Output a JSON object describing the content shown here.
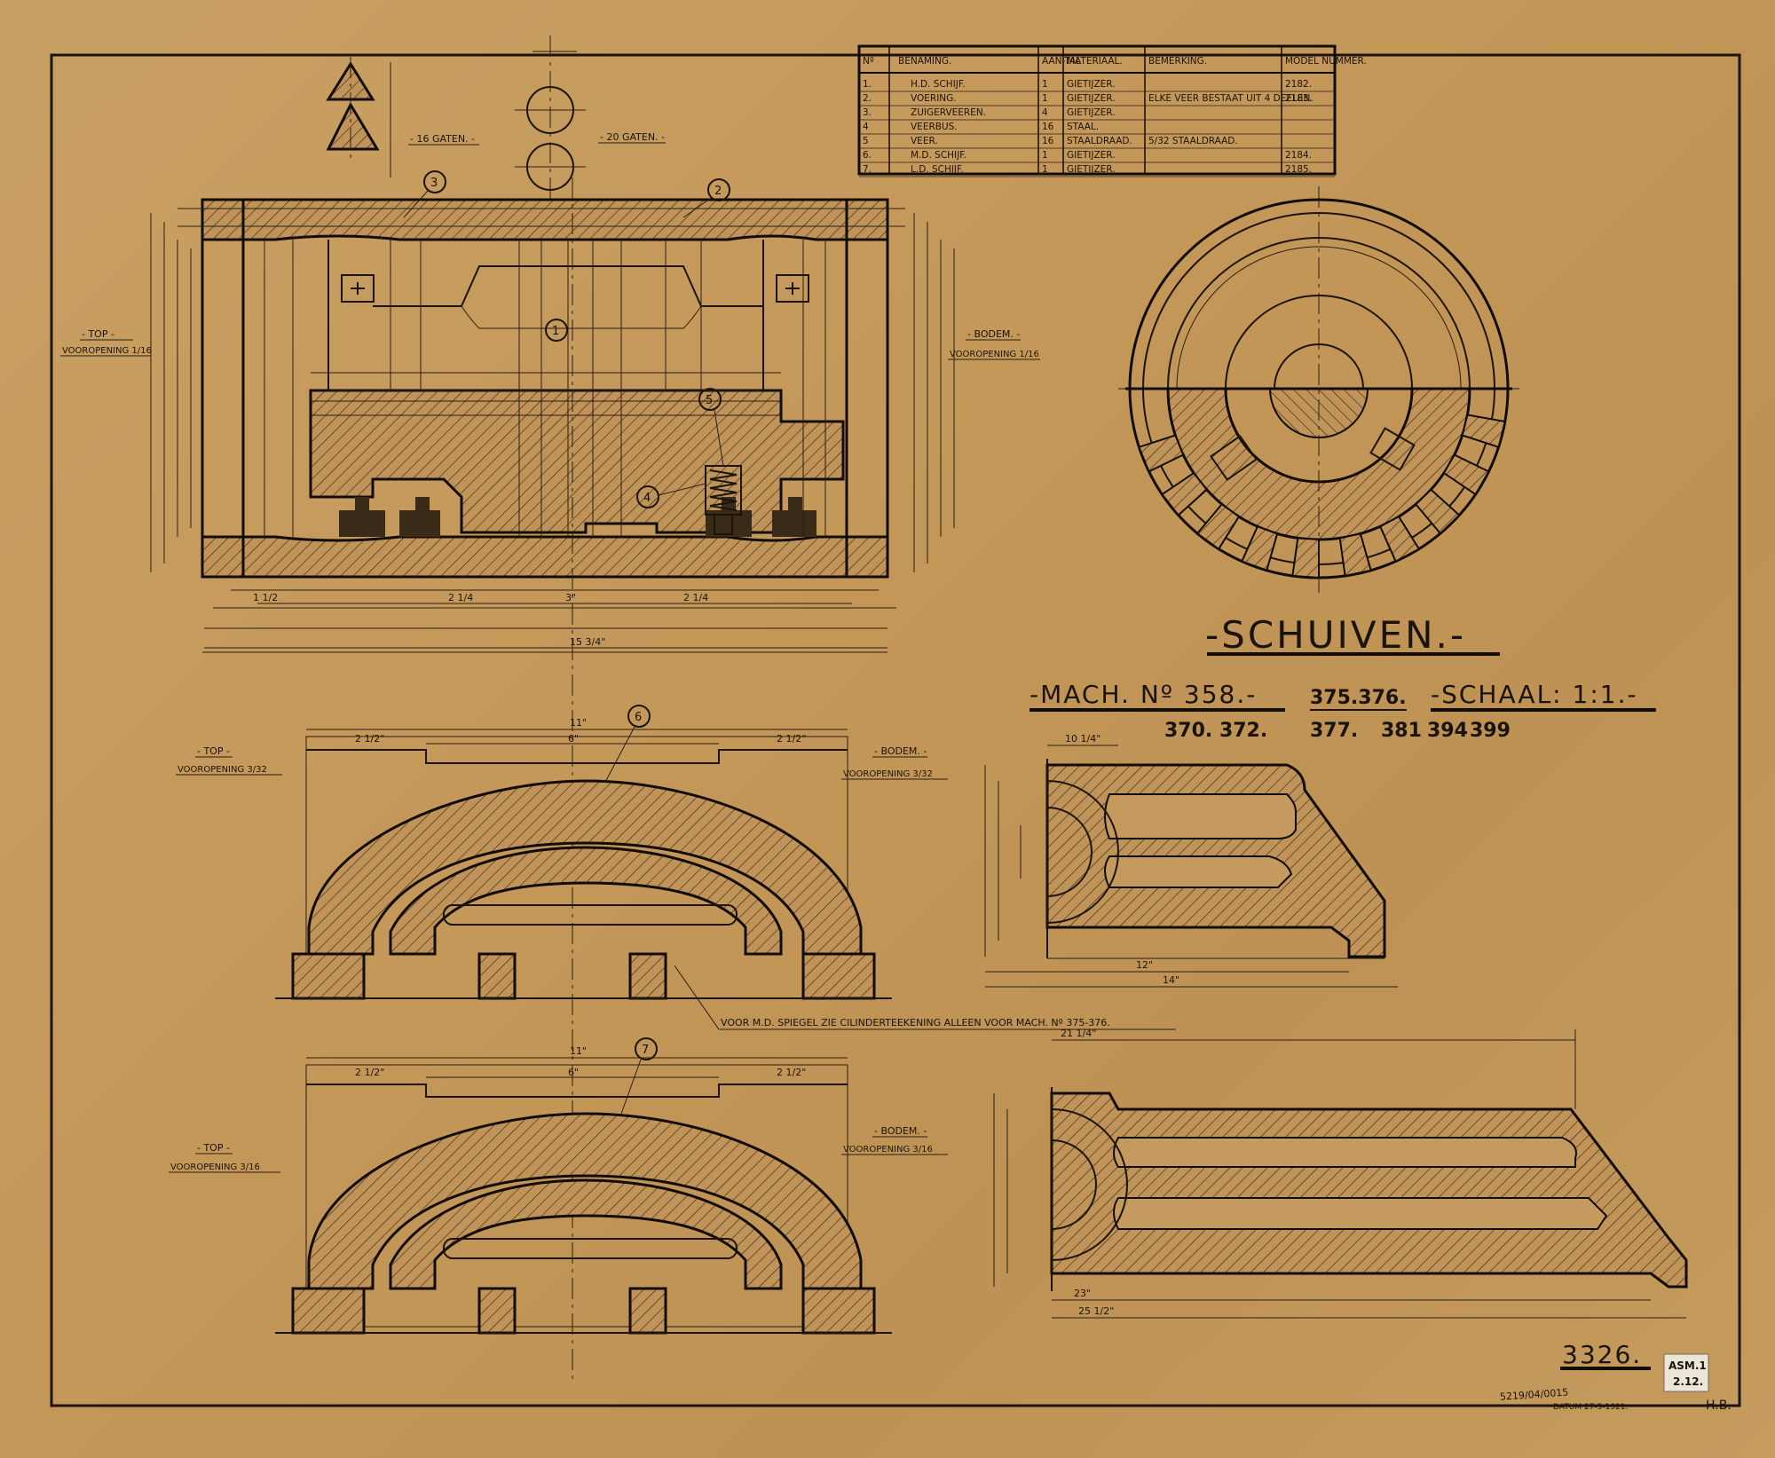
{
  "title": "-SCHUIVEN.-",
  "machine": {
    "label": "-MACH. Nº 358.-",
    "extra_top": "375.376.",
    "line2": [
      "370. 372.",
      "377.",
      "381",
      "394",
      "399"
    ]
  },
  "scale": "-SCHAAL: 1:1.-",
  "drawing_number": "3326.",
  "stamp": {
    "line1": "ASM.1",
    "line2": "2.12."
  },
  "archive_number": "5219/04/0015",
  "date_text": "DATUM 27-5-1921.",
  "initials": "H.B.",
  "parts_table": {
    "headers": [
      "Nº",
      "BENAMING.",
      "AAN-TAL",
      "MATERIAAL.",
      "BEMERKING.",
      "MODEL NUMMER."
    ],
    "rows": [
      [
        "1.",
        "H.D. SCHIJF.",
        "1",
        "GIETIJZER.",
        "",
        "2182."
      ],
      [
        "2.",
        "VOERING.",
        "1",
        "GIETIJZER.",
        "ELKE VEER BESTAAT UIT 4 DEELEN.",
        "2183."
      ],
      [
        "3.",
        "ZUIGERVEEREN.",
        "4",
        "GIETIJZER.",
        "",
        ""
      ],
      [
        "4",
        "VEERBUS.",
        "16",
        "STAAL.",
        "",
        ""
      ],
      [
        "5",
        "VEER.",
        "16",
        "STAALDRAAD.",
        "5/32 STAALDRAAD.",
        ""
      ],
      [
        "6.",
        "M.D. SCHIJF.",
        "1",
        "GIETIJZER.",
        "",
        "2184."
      ],
      [
        "7.",
        "L.D. SCHIJF.",
        "1",
        "GIETIJZER.",
        "",
        "2185."
      ]
    ]
  },
  "labels": {
    "gaten16": "- 16 GATEN. -",
    "gaten20": "- 20 GATEN. -",
    "top": "- TOP -",
    "bodem": "- BODEM. -",
    "voor_top_main": "VOOROPENING 1/16",
    "voor_bodem_main": "VOOROPENING 1/16",
    "voor_top_mid": "VOOROPENING 3/32",
    "voor_bodem_mid": "VOOROPENING 3/32",
    "voor_top_low": "VOOROPENING 3/16",
    "voor_bodem_low": "VOOROPENING 3/16",
    "note": "VOOR M.D. SPIEGEL ZIE CILINDERTEEKENING ALLEEN VOOR MACH. Nº 375-376."
  },
  "balloons": [
    "1",
    "2",
    "3",
    "4",
    "5",
    "6",
    "7"
  ],
  "dims": {
    "overall_len": "15 3/4\"",
    "d_3": "3\"",
    "d_2_1_4": "2 1/4",
    "d_1_1_2": "1 1/2",
    "d_11": "11\"",
    "d_6": "6\"",
    "d_2_1_2": "2 1/2\"",
    "d_12": "12\"",
    "d_14": "14\"",
    "d_23": "23\"",
    "d_25_1_2": "25 1/2\"",
    "d_10_1_4": "10 1/4\"",
    "d_21_1_4": "21 1/4\""
  },
  "colors": {
    "paper": "#c49a5e",
    "ink": "#1c140c",
    "stamp_bg": "#ece6d8"
  }
}
